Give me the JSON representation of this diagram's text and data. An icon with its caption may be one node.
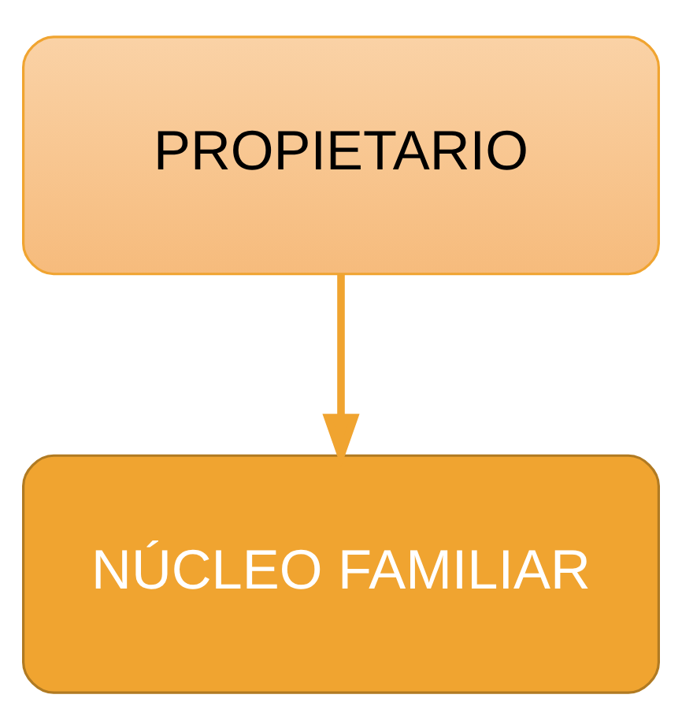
{
  "diagram": {
    "nodes": [
      {
        "text": [
          "PROPIETARIO"
        ]
      },
      {
        "text": [
          "NÚCLEO FAMILIAR"
        ]
      }
    ],
    "edges": [
      {
        "from": 0,
        "to": 1,
        "arrow": "to"
      }
    ]
  }
}
